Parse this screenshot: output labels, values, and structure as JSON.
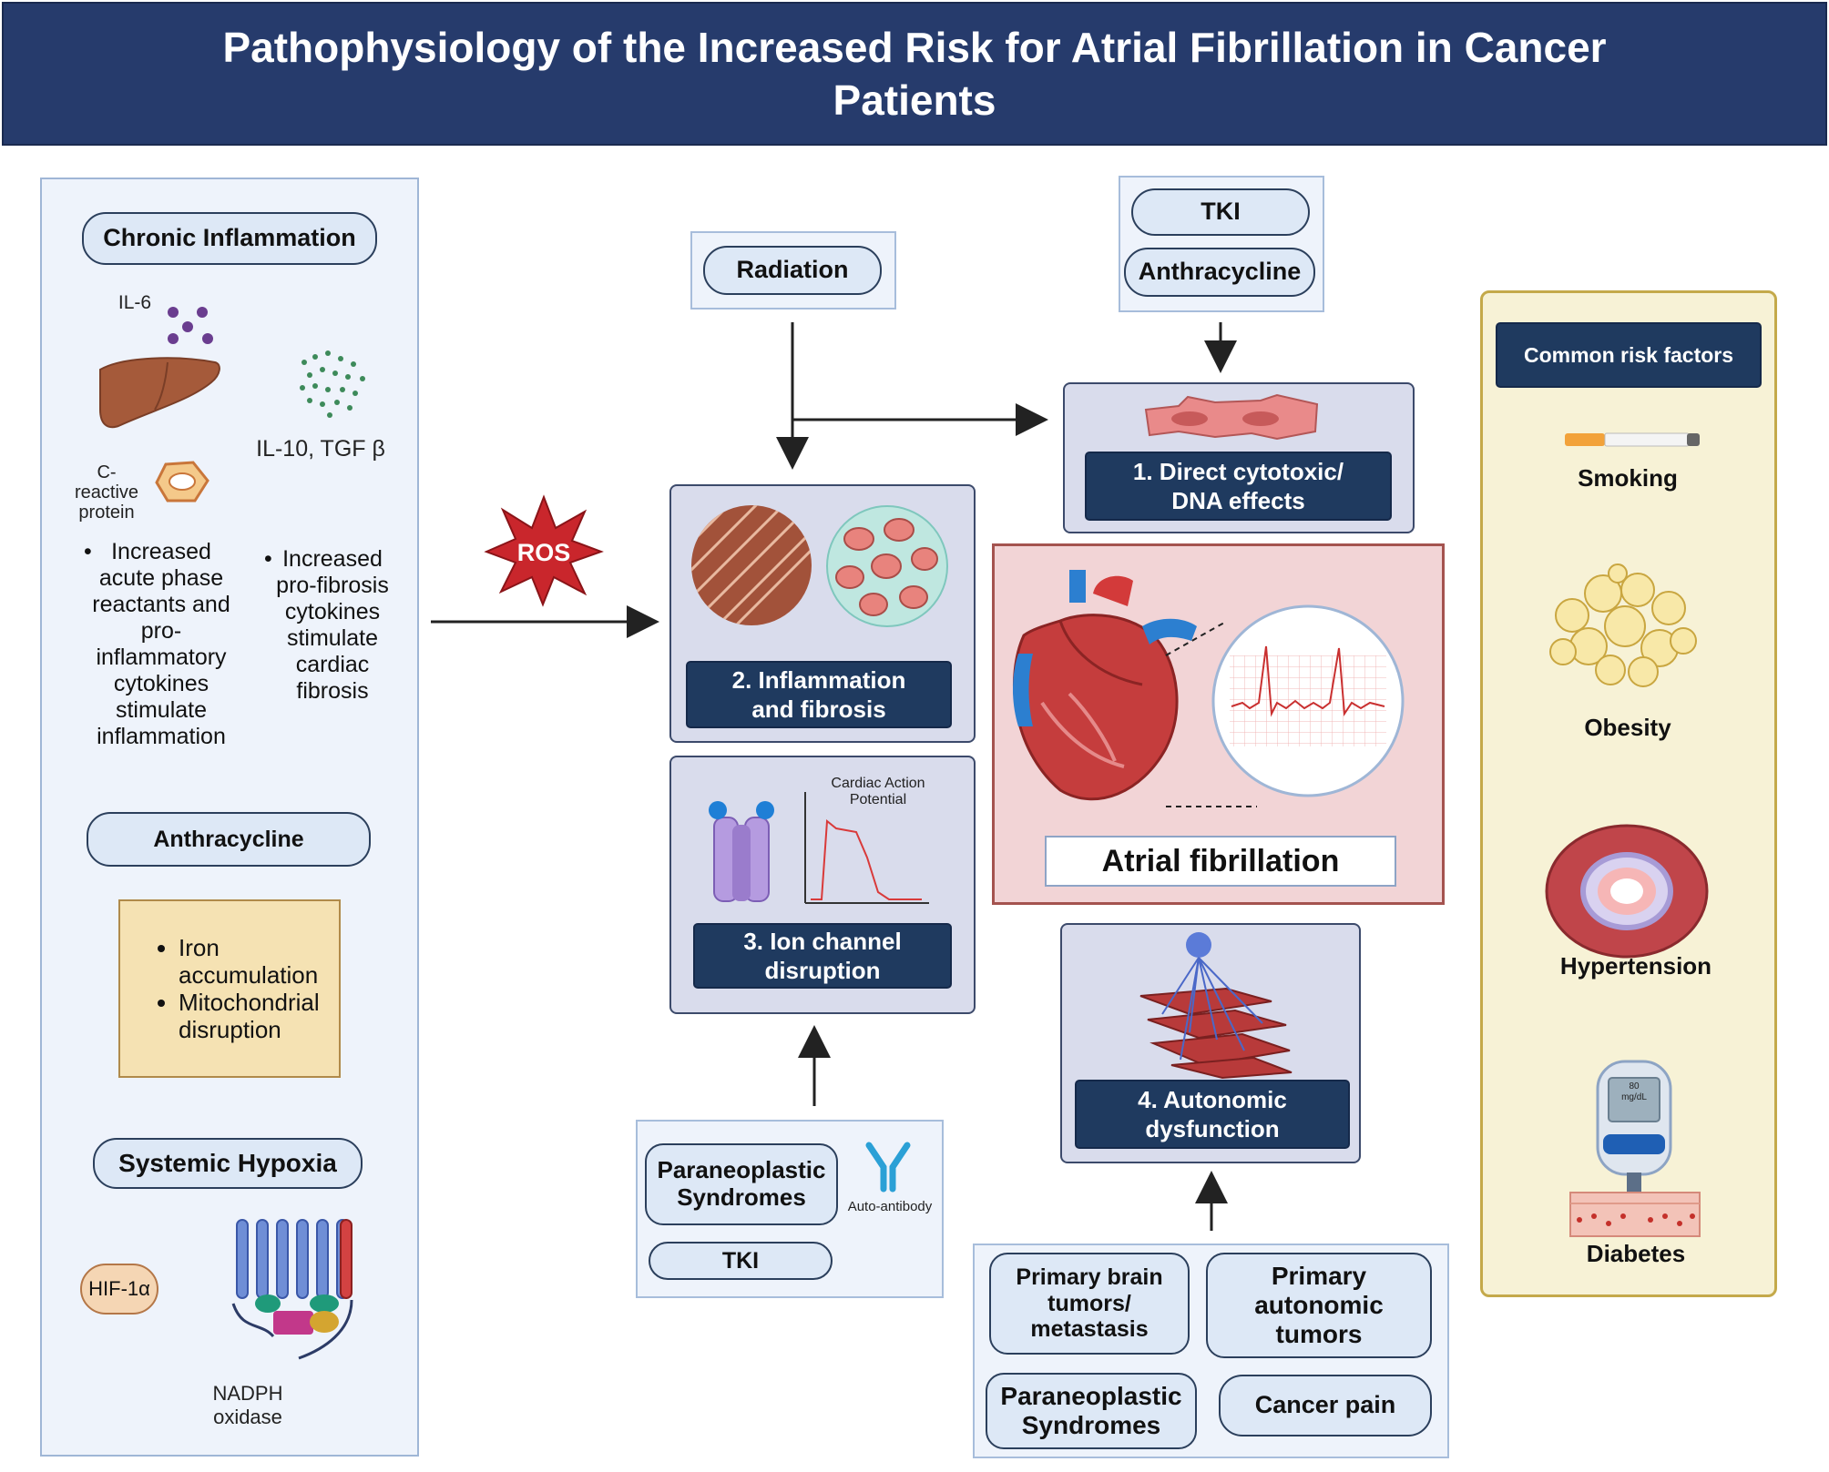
{
  "title": "Pathophysiology of the Increased Risk for Atrial Fibrillation in Cancer Patients",
  "left_panel": {
    "chronic_inflammation": "Chronic Inflammation",
    "il6": "IL-6",
    "il10_tgf": "IL-10, TGF β",
    "crp": "C-reactive protein",
    "bullet_left": "Increased acute phase reactants and pro-inflammatory cytokines stimulate inflammation",
    "bullet_right": "Increased pro-fibrosis cytokines stimulate cardiac fibrosis",
    "anthracycline": "Anthracycline",
    "iron": "Iron accumulation",
    "mito": "Mitochondrial disruption",
    "systemic_hypoxia": "Systemic Hypoxia",
    "hif": "HIF-1α",
    "nadph": "NADPH oxidase"
  },
  "ros": "ROS",
  "radiation": "Radiation",
  "tki_top": "TKI",
  "anthracycline_top": "Anthracycline",
  "mech1": "1.  Direct cytotoxic/ DNA effects",
  "mech2": "2. Inflammation and fibrosis",
  "mech3": "3. Ion channel disruption",
  "mech4": "4. Autonomic dysfunction",
  "cardiac_ap": "Cardiac Action Potential",
  "af_label": "Atrial fibrillation",
  "bottom_mid": {
    "paraneoplastic": "Paraneoplastic Syndromes",
    "tki": "TKI",
    "autoantibody": "Auto-antibody"
  },
  "bottom_right": {
    "brain": "Primary brain tumors/ metastasis",
    "autonomic": "Primary autonomic tumors",
    "paraneoplastic": "Paraneoplastic Syndromes",
    "pain": "Cancer pain"
  },
  "risk_factors": {
    "header": "Common risk factors",
    "items": [
      "Smoking",
      "Obesity",
      "Hypertension",
      "Diabetes"
    ],
    "glucose_value": "80",
    "glucose_unit": "mg/dL"
  },
  "colors": {
    "title_bg": "#263b6c",
    "navy": "#1f3a5f",
    "panel": "#d9dcec",
    "af_bg": "#f2d4d6",
    "risk_bg": "#f7f2d6",
    "iron_box": "#f5e2b3"
  }
}
